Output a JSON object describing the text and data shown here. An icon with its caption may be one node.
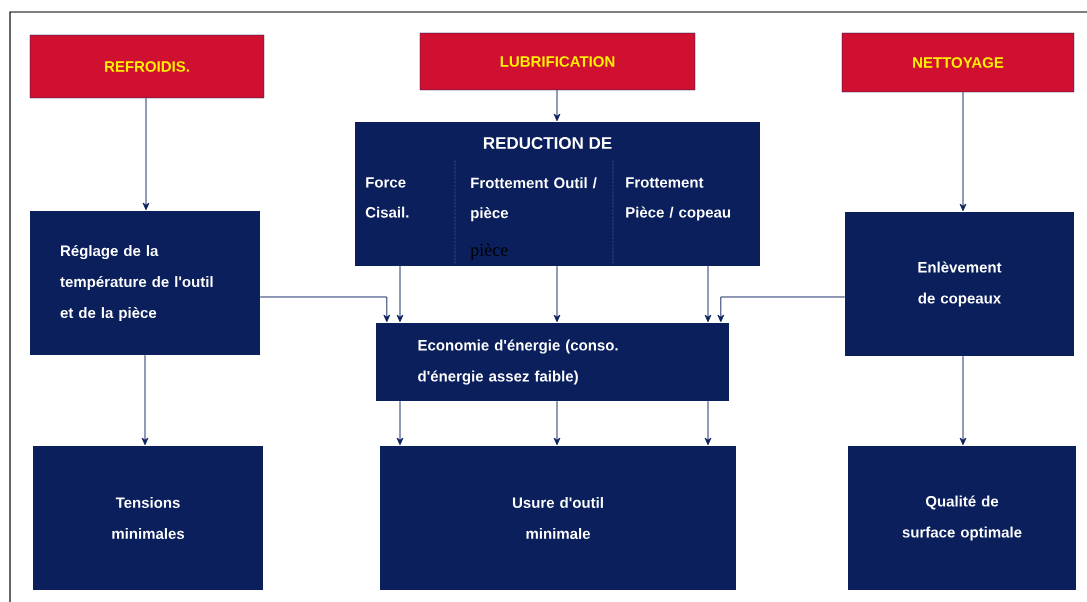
{
  "diagram": {
    "nodes": [
      {
        "text": [
          "REFROIDIS."
        ]
      },
      {
        "text": [
          "LUBRIFICATION"
        ]
      },
      {
        "text": [
          "NETTOYAGE"
        ]
      },
      {
        "text": [
          "REDUCTION DE",
          "Force Cisail.",
          "Frottement Outil / pièce",
          "Frottement Pièce / copeau"
        ]
      },
      {
        "text": [
          "Réglage de la température de l'outil et de la pièce"
        ]
      },
      {
        "text": [
          "Enlèvement de copeaux"
        ]
      },
      {
        "text": [
          "Economie d'énergie (conso. d'énergie assez faible)"
        ]
      },
      {
        "text": [
          "Tensions minimales"
        ]
      },
      {
        "text": [
          "Usure d'outil minimale"
        ]
      },
      {
        "text": [
          "Qualité de surface optimale"
        ]
      }
    ],
    "edges": [
      {
        "from": 0,
        "to": 4,
        "arrow": "to"
      },
      {
        "from": 1,
        "to": 3,
        "arrow": "to"
      },
      {
        "from": 2,
        "to": 5,
        "arrow": "to"
      },
      {
        "from": 3,
        "to": 6,
        "arrow": "to"
      },
      {
        "from": 3,
        "to": 6,
        "arrow": "to"
      },
      {
        "from": 3,
        "to": 6,
        "arrow": "to"
      },
      {
        "from": 4,
        "to": 6,
        "arrow": "to"
      },
      {
        "from": 5,
        "to": 6,
        "arrow": "to"
      },
      {
        "from": 4,
        "to": 7,
        "arrow": "to"
      },
      {
        "from": 6,
        "to": 8,
        "arrow": "to"
      },
      {
        "from": 6,
        "to": 8,
        "arrow": "to"
      },
      {
        "from": 6,
        "to": 8,
        "arrow": "to"
      },
      {
        "from": 5,
        "to": 9,
        "arrow": "to"
      }
    ],
    "labels": [
      "pièce"
    ]
  }
}
